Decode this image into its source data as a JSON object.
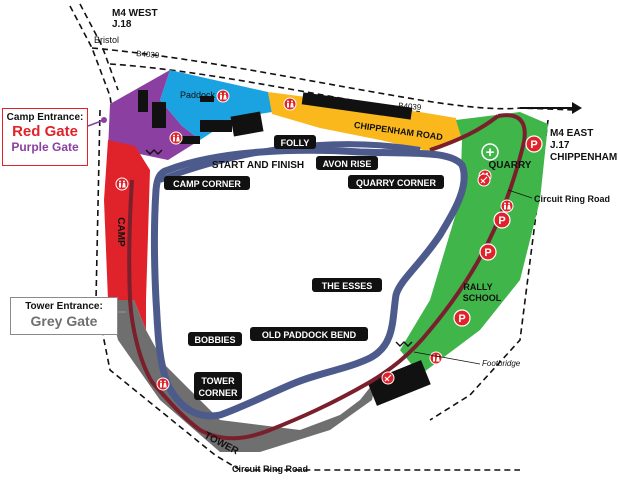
{
  "roads": {
    "m4_west": "M4 WEST",
    "m4_west_junction": "J.18",
    "bristol": "Bristol",
    "b4039_top": "B4039",
    "b4039_right": "B4039",
    "m4_east": "M4 EAST",
    "m4_east_junction": "J.17",
    "m4_east_town": "CHIPPENHAM",
    "circuit_ring_road_right": "Circuit Ring Road",
    "circuit_ring_road_bottom": "Circuit Ring Road",
    "footbridge": "Footbridge"
  },
  "areas": {
    "paddock": "Paddock",
    "camp": "CAMP",
    "tower": "TOWER",
    "quarry": "QUARRY",
    "rally_school_1": "RALLY",
    "rally_school_2": "SCHOOL",
    "start_finish": "START AND FINISH"
  },
  "corners": {
    "folly": "FOLLY",
    "chippenham_road": "CHIPPENHAM ROAD",
    "avon_rise": "AVON RISE",
    "quarry_corner": "QUARRY CORNER",
    "camp_corner": "CAMP CORNER",
    "the_esses": "THE ESSES",
    "old_paddock_bend": "OLD PADDOCK BEND",
    "bobbies": "BOBBIES",
    "tower_corner_1": "TOWER",
    "tower_corner_2": "CORNER"
  },
  "entrances": {
    "camp_title": "Camp Entrance:",
    "camp_gate_1": "Red Gate",
    "camp_gate_2": "Purple Gate",
    "tower_title": "Tower Entrance:",
    "tower_gate": "Grey Gate"
  },
  "colors": {
    "paddock_blue": "#1aa3e0",
    "camp_purple": "#8b3fa0",
    "camp_red": "#e0232a",
    "chippenham_yellow": "#fbb81c",
    "quarry_green": "#3fb54a",
    "tower_grey": "#6f6f6f",
    "track": "#4d5a8c",
    "ring_road": "#7a1f2c"
  },
  "icons": {
    "toilets": "toilets-icon",
    "parking": "parking-icon",
    "first_aid": "first-aid-icon",
    "marshal": "marshal-post-icon"
  },
  "parking_letter": "P",
  "first_aid_symbol": "+"
}
